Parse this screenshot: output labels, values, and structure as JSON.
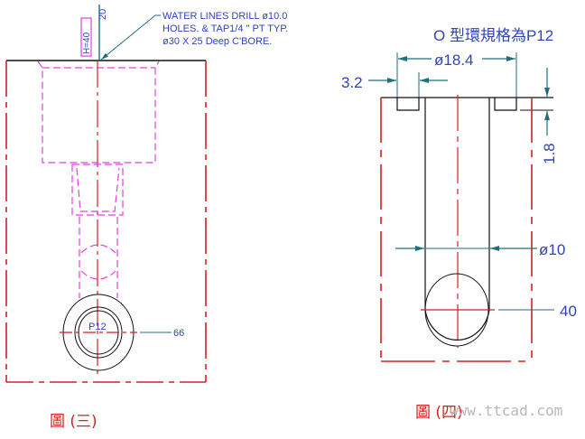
{
  "figure3": {
    "note_lines": [
      "WATER LINES DRILL ø10.0",
      "HOLES. & TAP1/4 \" PT TYP.",
      "ø30 X 25 Deep C'BORE."
    ],
    "dim_top": "20",
    "height_label": "H=40",
    "oring_label": "P12",
    "dim_right": "66",
    "caption": "圖 (三)"
  },
  "figure4": {
    "title": "O  型環規格為P12",
    "dim_diameter_outer": "ø18.4",
    "dim_groove_width": "3.2",
    "dim_groove_depth": "1.8",
    "dim_diameter_hole": "ø10",
    "dim_depth": "40",
    "caption": "圖 (四)"
  },
  "watermark": "www.ttcad.com",
  "colors": {
    "outline": "#d42020",
    "hidden": "#e040e0",
    "dimension": "#1f6f7f",
    "text": "#2f44b8",
    "object": "#111111"
  }
}
